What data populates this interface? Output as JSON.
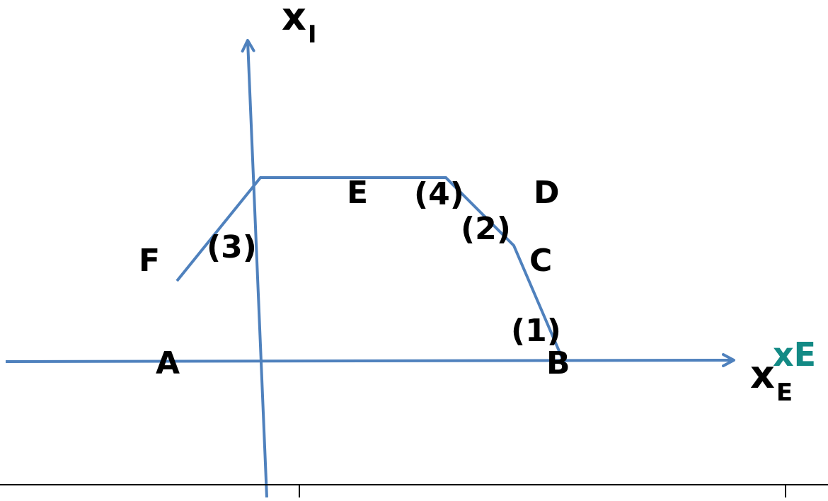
{
  "colors": {
    "line": "#4f81bd",
    "text": "#000000",
    "accent_label": "#138a85",
    "table_border": "#000000"
  },
  "axes": {
    "vertical": {
      "main": "x",
      "sub": "I"
    },
    "horizontal": {
      "main": "x",
      "sub": "E"
    },
    "overlay_label": "xE"
  },
  "points": {
    "A": "A",
    "B": "B",
    "C": "C",
    "D": "D",
    "E": "E",
    "F": "F"
  },
  "constraints": {
    "c1": "(1)",
    "c2": "(2)",
    "c3": "(3)",
    "c4": "(4)"
  }
}
